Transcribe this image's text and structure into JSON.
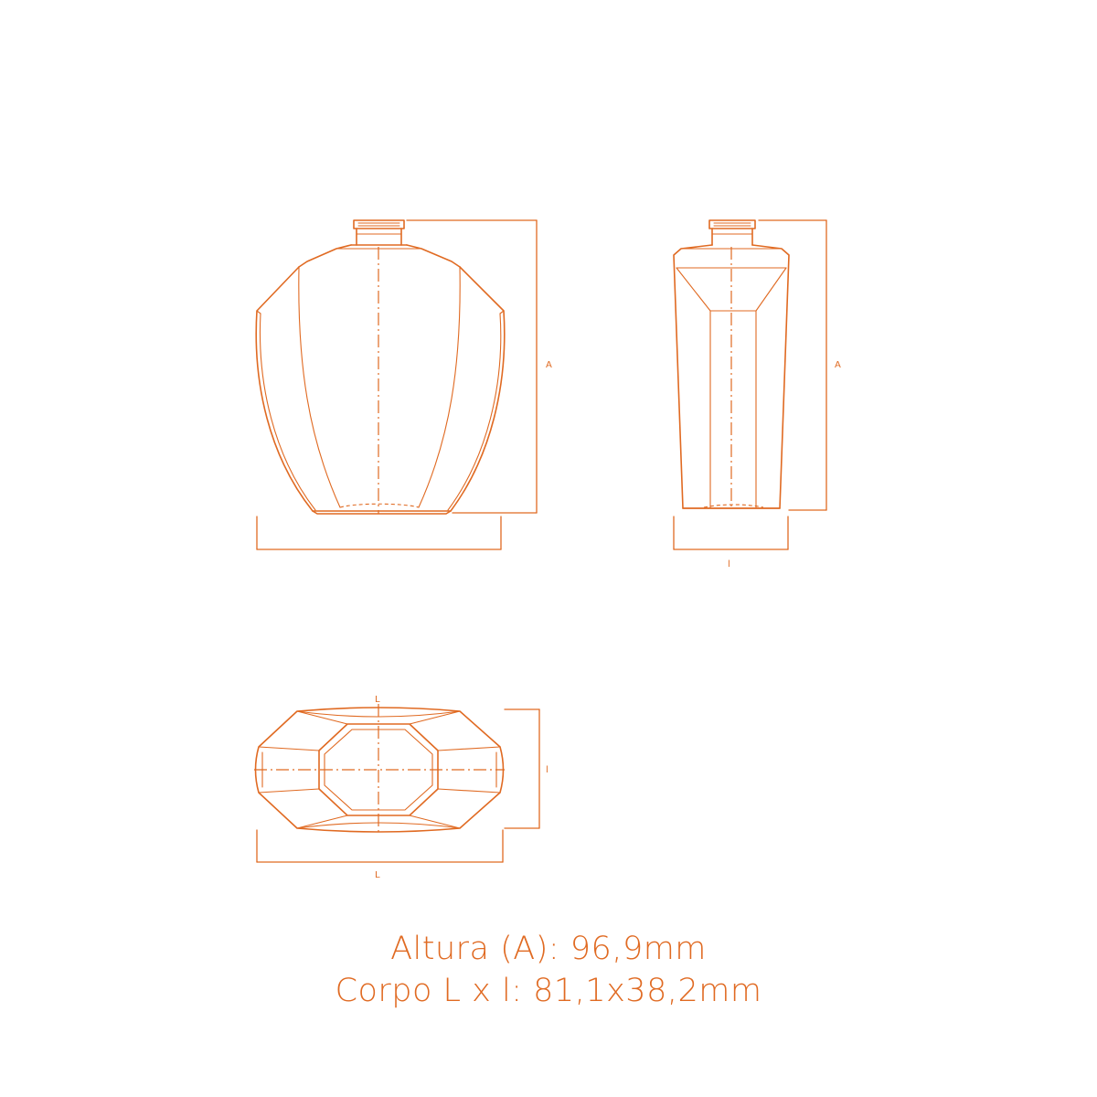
{
  "labels": {
    "front_height": "A",
    "side_height": "A",
    "side_width": "l",
    "top_length_top": "L",
    "top_length_bottom": "L",
    "top_width": "l"
  },
  "specs": {
    "height": "Altura (A): 96,9mm",
    "body": "Corpo L x l: 81,1x38,2mm"
  },
  "colors": {
    "line": "#e06a22",
    "background": "#ffffff"
  }
}
